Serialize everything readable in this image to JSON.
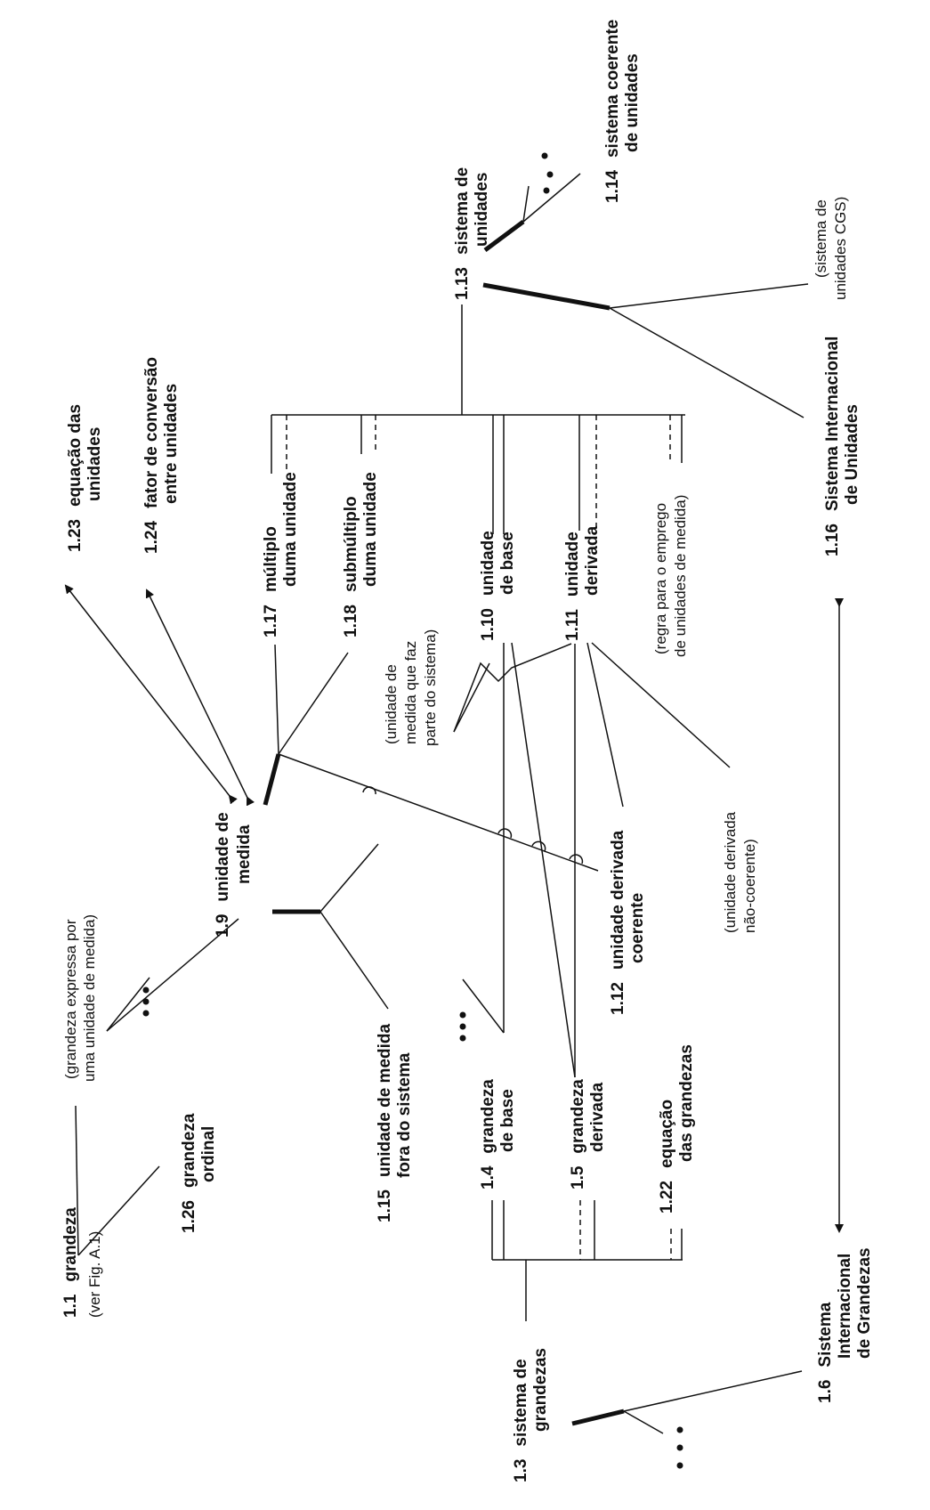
{
  "labels": {
    "n1_1": {
      "code": "1.1",
      "line1": "grandeza"
    },
    "n1_1_note": {
      "line1": "(ver Fig. A.1)"
    },
    "n1_26": {
      "code": "1.26",
      "line1": "grandeza",
      "line2": "ordinal"
    },
    "grandeza_expressa": {
      "line1": "(grandeza expressa por",
      "line2": "uma unidade de medida)"
    },
    "n1_9": {
      "code": "1.9",
      "line1": "unidade de",
      "line2": "medida"
    },
    "n1_23": {
      "code": "1.23",
      "line1": "equação das",
      "line2": "unidades"
    },
    "n1_24": {
      "code": "1.24",
      "line1": "fator de conversão",
      "line2": "entre unidades"
    },
    "n1_17": {
      "code": "1.17",
      "line1": "múltiplo",
      "line2": "duma unidade"
    },
    "n1_18": {
      "code": "1.18",
      "line1": "submúltiplo",
      "line2": "duma unidade"
    },
    "n1_13": {
      "code": "1.13",
      "line1": "sistema de",
      "line2": "unidades"
    },
    "n1_14": {
      "code": "1.14",
      "line1": "sistema coerente",
      "line2": "de  unidades"
    },
    "cgs": {
      "line1": "(sistema de",
      "line2": "unidades CGS)"
    },
    "n1_16": {
      "code": "1.16",
      "line1": "Sistema Internacional",
      "line2": "de  Unidades"
    },
    "unidade_sistema": {
      "line1": "(unidade de",
      "line2": "medida que faz",
      "line3": "parte do sistema)"
    },
    "n1_10": {
      "code": "1.10",
      "line1": "unidade",
      "line2": "de base"
    },
    "n1_11": {
      "code": "1.11",
      "line1": "unidade",
      "line2": "derivada"
    },
    "regra": {
      "line1": "(regra para o emprego",
      "line2": "de unidades de medida)"
    },
    "n1_15": {
      "code": "1.15",
      "line1": "unidade de medida",
      "line2": "fora do sistema"
    },
    "n1_12": {
      "code": "1.12",
      "line1": "unidade derivada",
      "line2": "coerente"
    },
    "nao_coerente": {
      "line1": "(unidade derivada",
      "line2": "não-coerente)"
    },
    "n1_4": {
      "code": "1.4",
      "line1": "grandeza",
      "line2": "de base"
    },
    "n1_5": {
      "code": "1.5",
      "line1": "grandeza",
      "line2": "derivada"
    },
    "n1_22": {
      "code": "1.22",
      "line1": "equação",
      "line2": "das grandezas"
    },
    "n1_3": {
      "code": "1.3",
      "line1": "sistema de",
      "line2": "grandezas"
    },
    "n1_6": {
      "code": "1.6",
      "line1": "Sistema",
      "line2": "Internacional",
      "line3": "de Grandezas"
    }
  }
}
